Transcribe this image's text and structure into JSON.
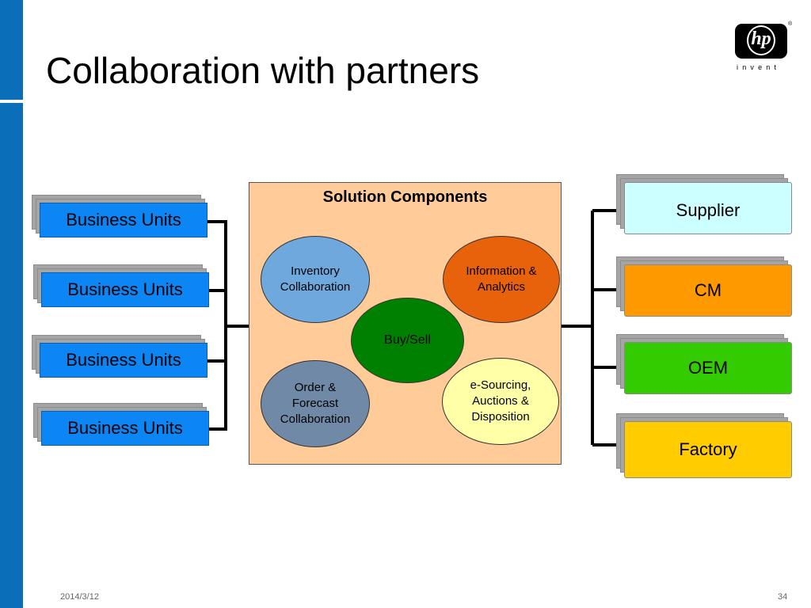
{
  "slide": {
    "title": "Collaboration with partners",
    "date": "2014/3/12",
    "page_number": "34"
  },
  "logo": {
    "mark": "hp",
    "tagline": "invent",
    "registered": "®"
  },
  "business_units": [
    {
      "label": "Business Units"
    },
    {
      "label": "Business Units"
    },
    {
      "label": "Business Units"
    },
    {
      "label": "Business Units"
    }
  ],
  "solution_components": {
    "title": "Solution Components",
    "inventory": {
      "line1": "Inventory",
      "line2": "Collaboration",
      "color": "#6fa8dc"
    },
    "information": {
      "line1": "Information &",
      "line2": "Analytics",
      "color": "#e8620c"
    },
    "buy_sell": {
      "label": "Buy/Sell",
      "color": "#008000"
    },
    "order": {
      "line1": "Order &",
      "line2": "Forecast",
      "line3": "Collaboration",
      "color": "#7089a6"
    },
    "esourcing": {
      "line1": "e-Sourcing,",
      "line2": "Auctions &",
      "line3": "Disposition",
      "color": "#ffffa8"
    }
  },
  "partners": [
    {
      "label": "Supplier",
      "color": "#ccffff"
    },
    {
      "label": "CM",
      "color": "#ff9900"
    },
    {
      "label": "OEM",
      "color": "#33cc00"
    },
    {
      "label": "Factory",
      "color": "#ffcc00"
    }
  ],
  "colors": {
    "accent_bar": "#0a6fb8",
    "business_unit_fill": "#0c86f4",
    "panel_fill": "#ffcc99"
  }
}
